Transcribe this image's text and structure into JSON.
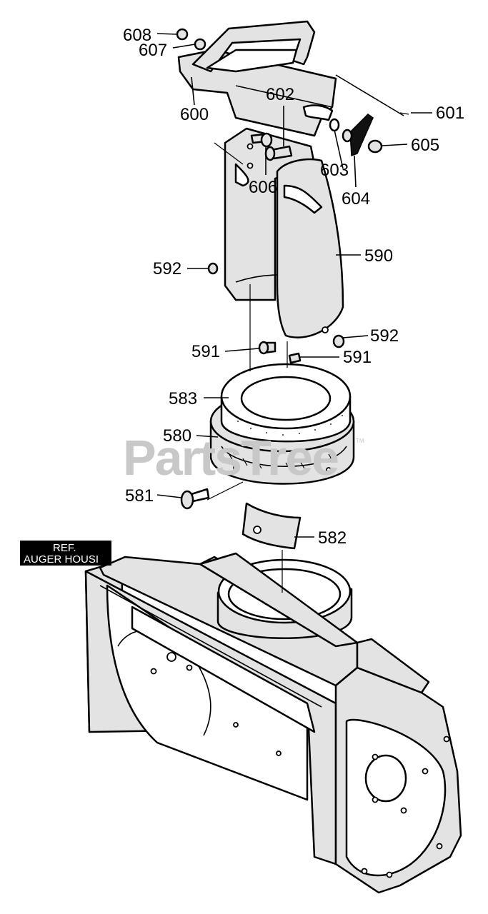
{
  "watermark": "PartsTree",
  "watermark_tm": "TM",
  "reference_box": {
    "line1": "REF.",
    "line2": "AUGER HOUSI"
  },
  "callouts": [
    "608",
    "607",
    "600",
    "602",
    "601",
    "603",
    "605",
    "604",
    "606",
    "590",
    "592",
    "592",
    "591",
    "591",
    "583",
    "580",
    "581",
    "582"
  ],
  "colors": {
    "part_fill": "#e3e3e3",
    "outline": "#000000",
    "watermark": "#c8c8c8",
    "ref_box": "#000000"
  }
}
